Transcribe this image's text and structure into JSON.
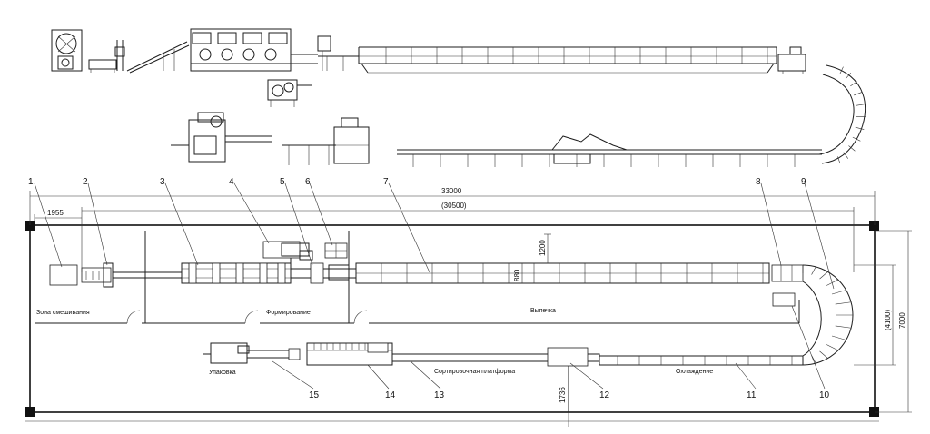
{
  "callouts": [
    "1",
    "2",
    "3",
    "4",
    "5",
    "6",
    "7",
    "8",
    "9",
    "10",
    "11",
    "12",
    "13",
    "14",
    "15"
  ],
  "dimensions": {
    "total_length": "33000",
    "inner_length": "(30500)",
    "offset": "1955",
    "belt_width": "1200",
    "oven_depth": "880",
    "total_width": "7000",
    "inner_width": "(4100)",
    "bottom_offset": "1736"
  },
  "zones": {
    "mixing": "Зона смешивания",
    "forming": "Формирование",
    "baking": "Выпечка",
    "sorting": "Сортировочная платформа",
    "cooling": "Охлаждение",
    "packing": "Упаковка"
  }
}
